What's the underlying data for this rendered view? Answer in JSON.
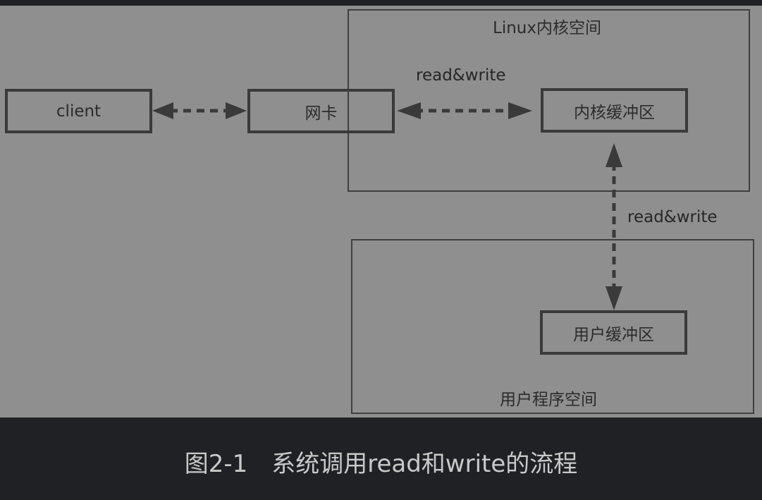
{
  "regions": {
    "kernel_space": "Linux内核空间",
    "user_space": "用户程序空间"
  },
  "nodes": {
    "client": "client",
    "nic": "网卡",
    "kernel_buffer": "内核缓冲区",
    "user_buffer": "用户缓冲区"
  },
  "edges": {
    "nic_kernel": "read&write",
    "kernel_user": "read&write"
  },
  "caption": "图2-1　系统调用read和write的流程",
  "colors": {
    "diagram_bg": "#8f8f8f",
    "page_bg": "#202124",
    "stroke": "#3a3a3a"
  }
}
